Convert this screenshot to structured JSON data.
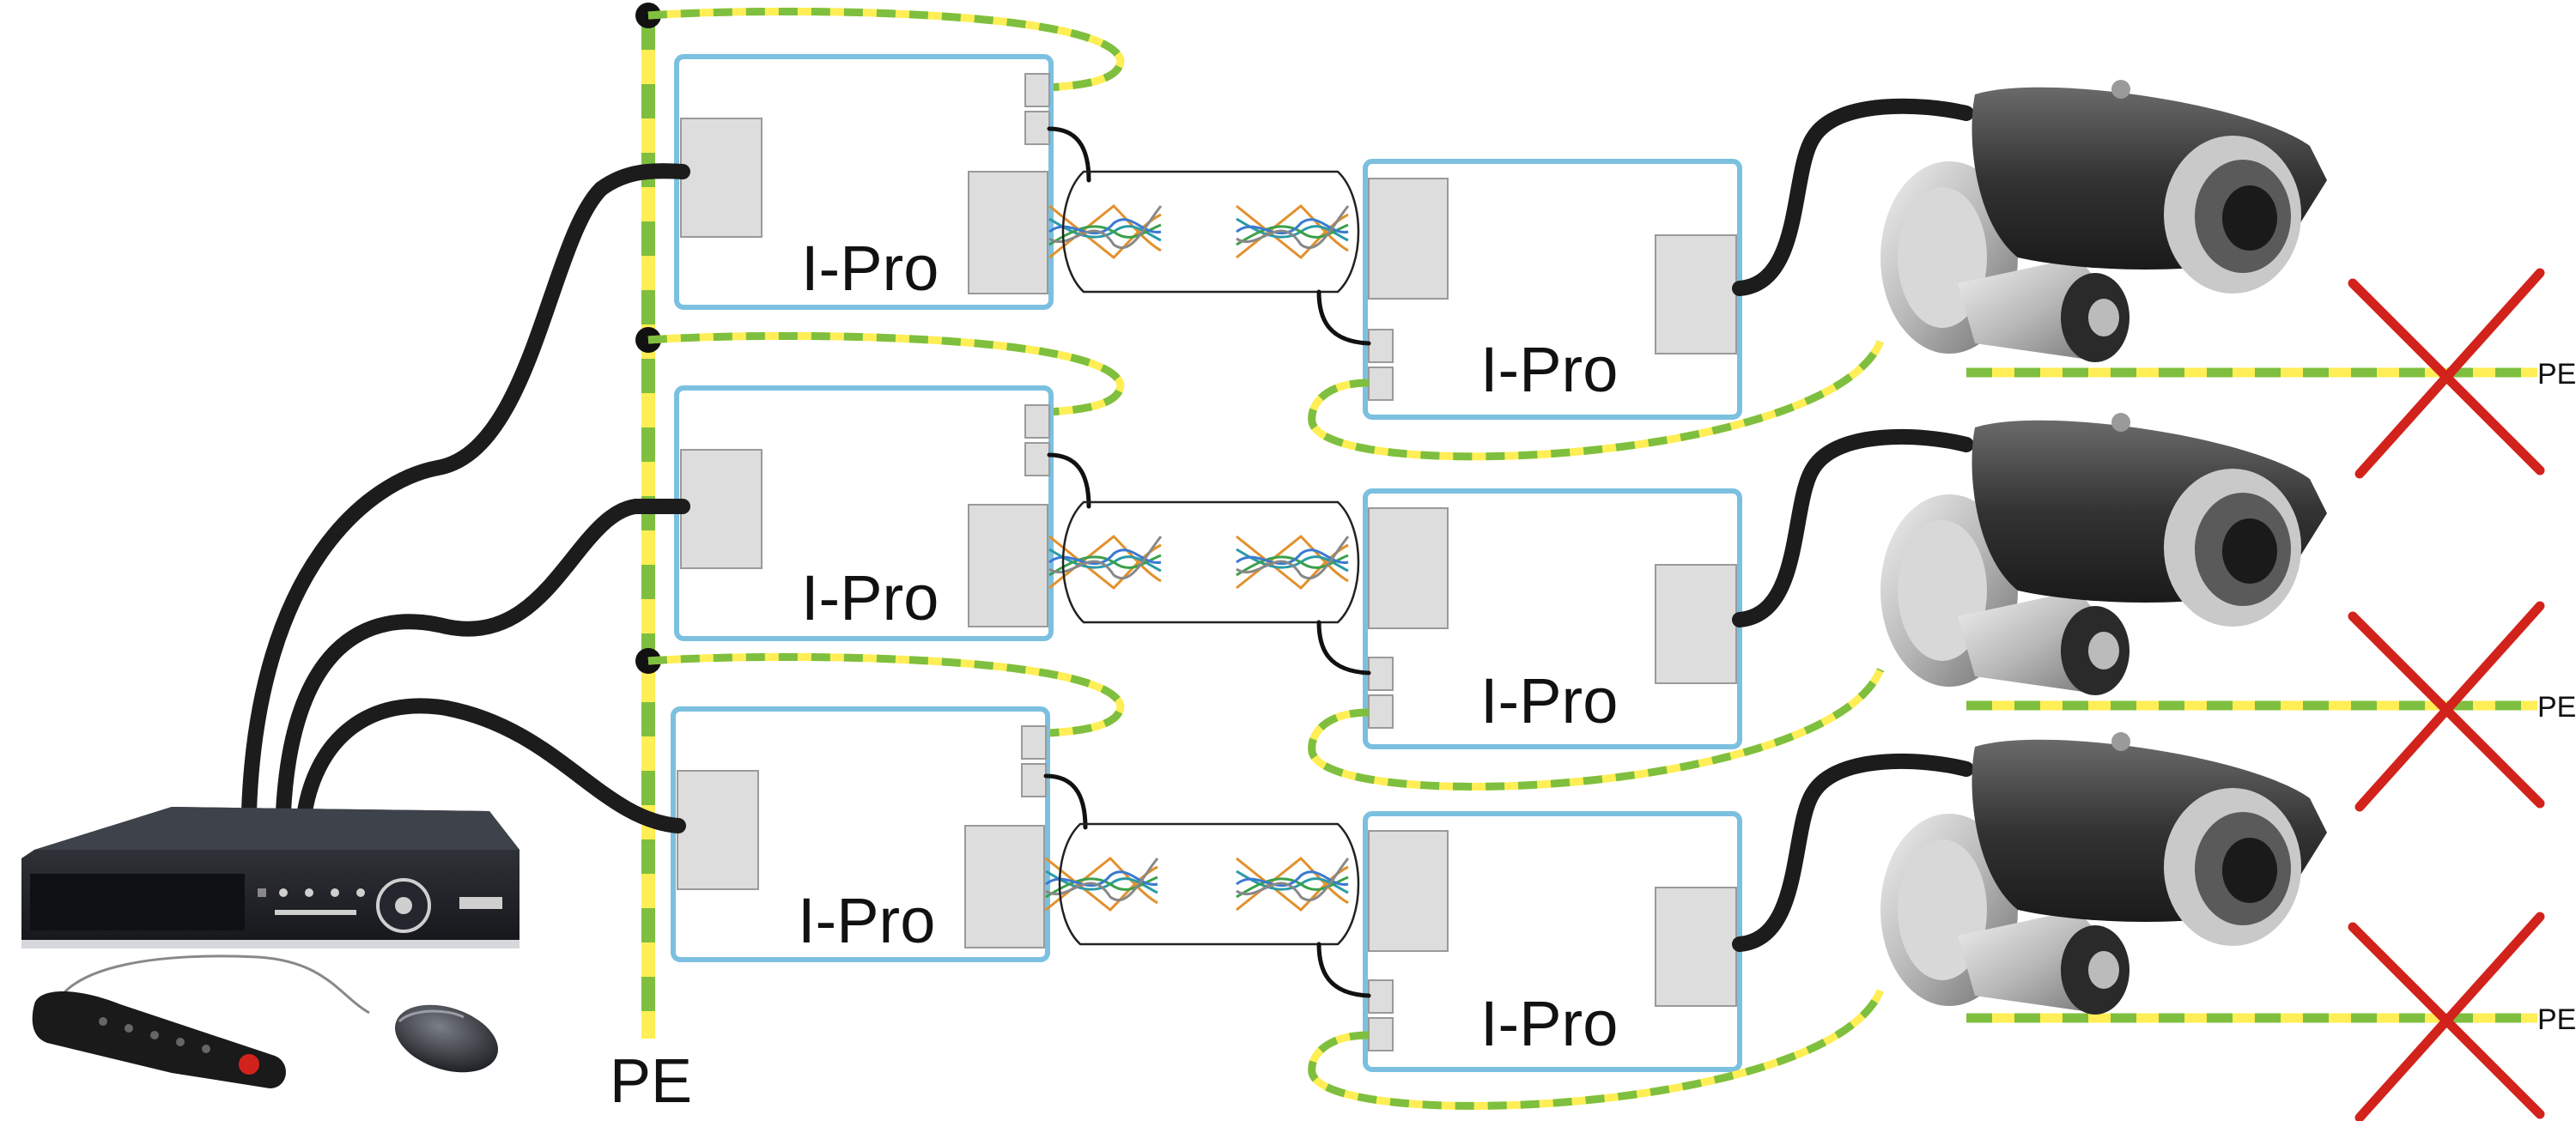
{
  "labels": {
    "module": "I-Pro",
    "pe": "PE"
  },
  "colors": {
    "box_border": "#7cc0e0",
    "ground_yellow": "#ffee55",
    "ground_green": "#7fbf3f",
    "cable": "#1c1c1c",
    "cross": "#d2221c",
    "wire_orange": "#e2902c",
    "wire_teal": "#2a9aa6",
    "wire_green": "#3aa04a",
    "wire_blue": "#3a7ad0",
    "wire_gray": "#888888"
  },
  "channels": [
    {
      "module_left": "I-Pro",
      "module_right": "I-Pro",
      "pe_label": "PE"
    },
    {
      "module_left": "I-Pro",
      "module_right": "I-Pro",
      "pe_label": "PE"
    },
    {
      "module_left": "I-Pro",
      "module_right": "I-Pro",
      "pe_label": "PE"
    }
  ],
  "devices": {
    "recorder": "dvr-icon",
    "remote": "remote-control-icon",
    "mouse": "mouse-icon",
    "camera": "cctv-camera-icon"
  }
}
